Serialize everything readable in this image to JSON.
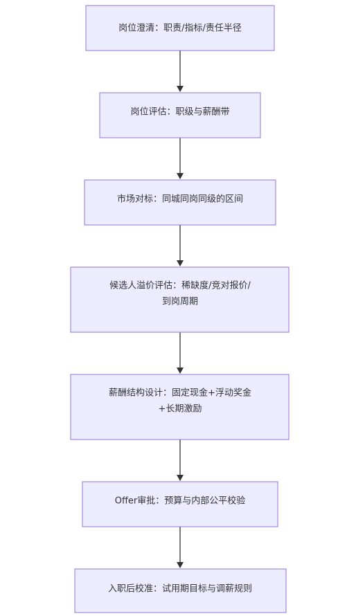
{
  "flowchart": {
    "steps": [
      {
        "lines": [
          "岗位澄清：职责/指标/责任半径"
        ]
      },
      {
        "lines": [
          "岗位评估：职级与薪酬带"
        ]
      },
      {
        "lines": [
          "市场对标：同城同岗同级的区间"
        ]
      },
      {
        "lines": [
          "候选人溢价评估：稀缺度/竞对报价/",
          "到岗周期"
        ]
      },
      {
        "lines": [
          "薪酬结构设计：固定现金+浮动奖金",
          "+长期激励"
        ]
      },
      {
        "lines": [
          "Offer审批：预算与内部公平校验"
        ]
      },
      {
        "lines": [
          "入职后校准：试用期目标与调薪规则"
        ]
      }
    ],
    "colors": {
      "node_fill": "#ececff",
      "node_stroke": "#9370db",
      "edge": "#333333",
      "text": "#333333"
    }
  }
}
